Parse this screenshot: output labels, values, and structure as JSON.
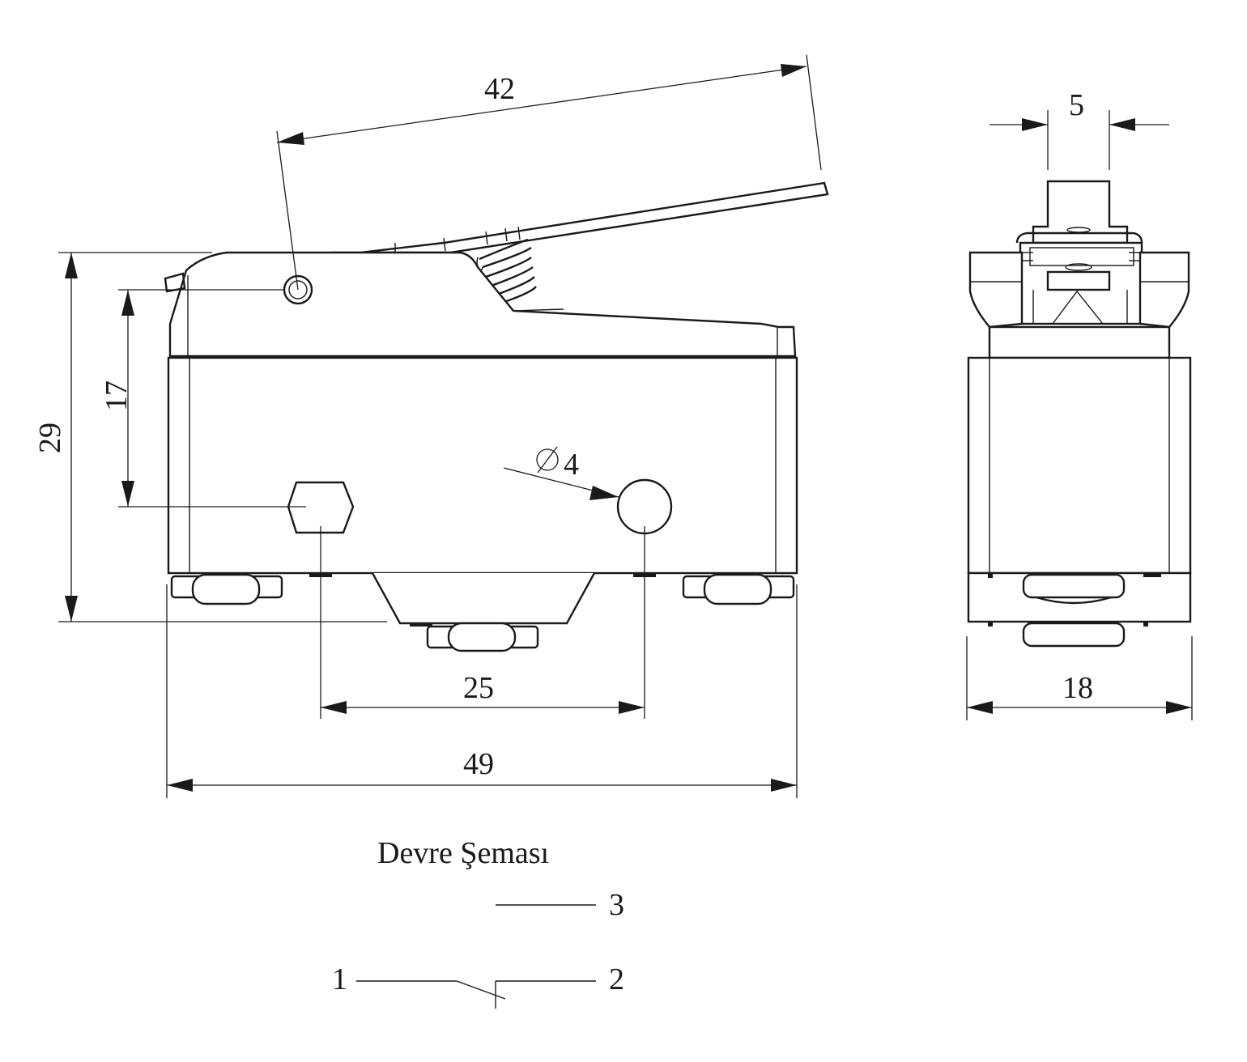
{
  "dimensions": {
    "lever_length": "42",
    "plunger_width": "5",
    "total_height": "29",
    "pivot_to_hole": "17",
    "hole_diameter": "4",
    "hole_spacing": "25",
    "body_length": "49",
    "body_width": "18"
  },
  "circuit": {
    "title": "Devre Şeması",
    "terminal_1": "1",
    "terminal_2": "2",
    "terminal_3": "3"
  }
}
